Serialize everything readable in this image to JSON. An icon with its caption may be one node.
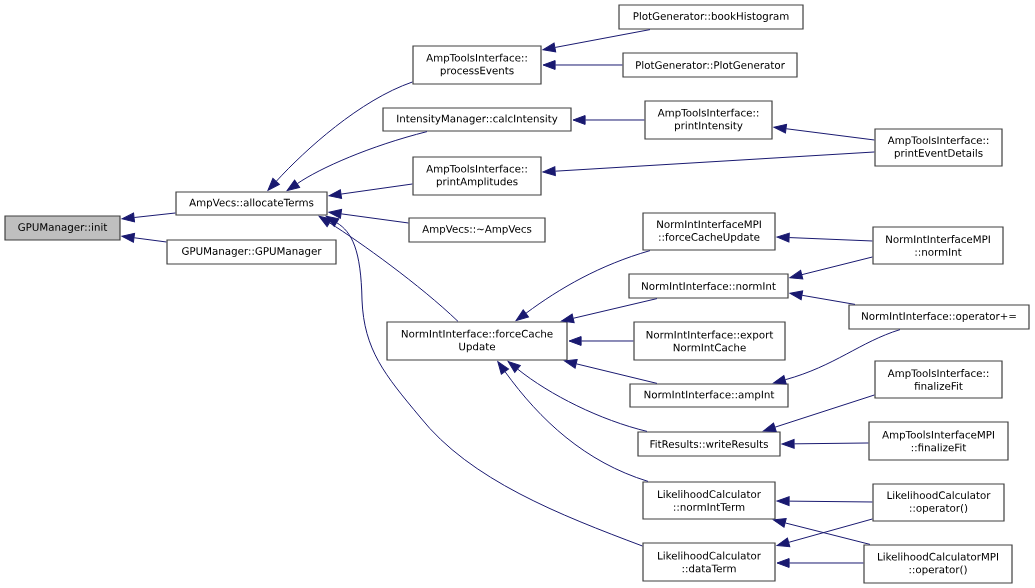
{
  "diagram": {
    "nodes": [
      {
        "text": [
          "GPUManager::init"
        ]
      },
      {
        "text": [
          "AmpVecs::allocateTerms"
        ]
      },
      {
        "text": [
          "GPUManager::GPUManager"
        ]
      },
      {
        "text": [
          "AmpToolsInterface:: processEvents"
        ]
      },
      {
        "text": [
          "IntensityManager::calcIntensity"
        ]
      },
      {
        "text": [
          "AmpToolsInterface:: printAmplitudes"
        ]
      },
      {
        "text": [
          "AmpVecs::~AmpVecs"
        ]
      },
      {
        "text": [
          "NormIntInterface::forceCache Update"
        ]
      },
      {
        "text": [
          "PlotGenerator::bookHistogram"
        ]
      },
      {
        "text": [
          "PlotGenerator::PlotGenerator"
        ]
      },
      {
        "text": [
          "AmpToolsInterface:: printIntensity"
        ]
      },
      {
        "text": [
          "NormIntInterfaceMPI ::forceCacheUpdate"
        ]
      },
      {
        "text": [
          "NormIntInterface::normInt"
        ]
      },
      {
        "text": [
          "NormIntInterface::export NormIntCache"
        ]
      },
      {
        "text": [
          "NormIntInterface::ampInt"
        ]
      },
      {
        "text": [
          "FitResults::writeResults"
        ]
      },
      {
        "text": [
          "LikelihoodCalculator ::normIntTerm"
        ]
      },
      {
        "text": [
          "LikelihoodCalculator ::dataTerm"
        ]
      },
      {
        "text": [
          "AmpToolsInterface:: printEventDetails"
        ]
      },
      {
        "text": [
          "NormIntInterfaceMPI ::normInt"
        ]
      },
      {
        "text": [
          "NormIntInterface::operator+="
        ]
      },
      {
        "text": [
          "AmpToolsInterface:: finalizeFit"
        ]
      },
      {
        "text": [
          "AmpToolsInterfaceMPI ::finalizeFit"
        ]
      },
      {
        "text": [
          "LikelihoodCalculator ::operator()"
        ]
      },
      {
        "text": [
          "LikelihoodCalculatorMPI ::operator()"
        ]
      }
    ],
    "edges": [
      {
        "from": 1,
        "to": 0,
        "arrow": "to"
      },
      {
        "from": 2,
        "to": 0,
        "arrow": "to"
      },
      {
        "from": 3,
        "to": 1,
        "arrow": "to"
      },
      {
        "from": 4,
        "to": 1,
        "arrow": "to"
      },
      {
        "from": 5,
        "to": 1,
        "arrow": "to"
      },
      {
        "from": 6,
        "to": 1,
        "arrow": "to"
      },
      {
        "from": 7,
        "to": 1,
        "arrow": "to"
      },
      {
        "from": 17,
        "to": 1,
        "arrow": "to"
      },
      {
        "from": 8,
        "to": 3,
        "arrow": "to"
      },
      {
        "from": 9,
        "to": 3,
        "arrow": "to"
      },
      {
        "from": 10,
        "to": 4,
        "arrow": "to"
      },
      {
        "from": 18,
        "to": 10,
        "arrow": "to"
      },
      {
        "from": 18,
        "to": 5,
        "arrow": "to"
      },
      {
        "from": 11,
        "to": 7,
        "arrow": "to"
      },
      {
        "from": 12,
        "to": 7,
        "arrow": "to"
      },
      {
        "from": 13,
        "to": 7,
        "arrow": "to"
      },
      {
        "from": 14,
        "to": 7,
        "arrow": "to"
      },
      {
        "from": 15,
        "to": 7,
        "arrow": "to"
      },
      {
        "from": 16,
        "to": 7,
        "arrow": "to"
      },
      {
        "from": 19,
        "to": 11,
        "arrow": "to"
      },
      {
        "from": 19,
        "to": 12,
        "arrow": "to"
      },
      {
        "from": 20,
        "to": 12,
        "arrow": "to"
      },
      {
        "from": 20,
        "to": 14,
        "arrow": "to"
      },
      {
        "from": 21,
        "to": 15,
        "arrow": "to"
      },
      {
        "from": 22,
        "to": 15,
        "arrow": "to"
      },
      {
        "from": 23,
        "to": 16,
        "arrow": "to"
      },
      {
        "from": 24,
        "to": 16,
        "arrow": "to"
      },
      {
        "from": 23,
        "to": 17,
        "arrow": "to"
      },
      {
        "from": 24,
        "to": 17,
        "arrow": "to"
      }
    ]
  }
}
